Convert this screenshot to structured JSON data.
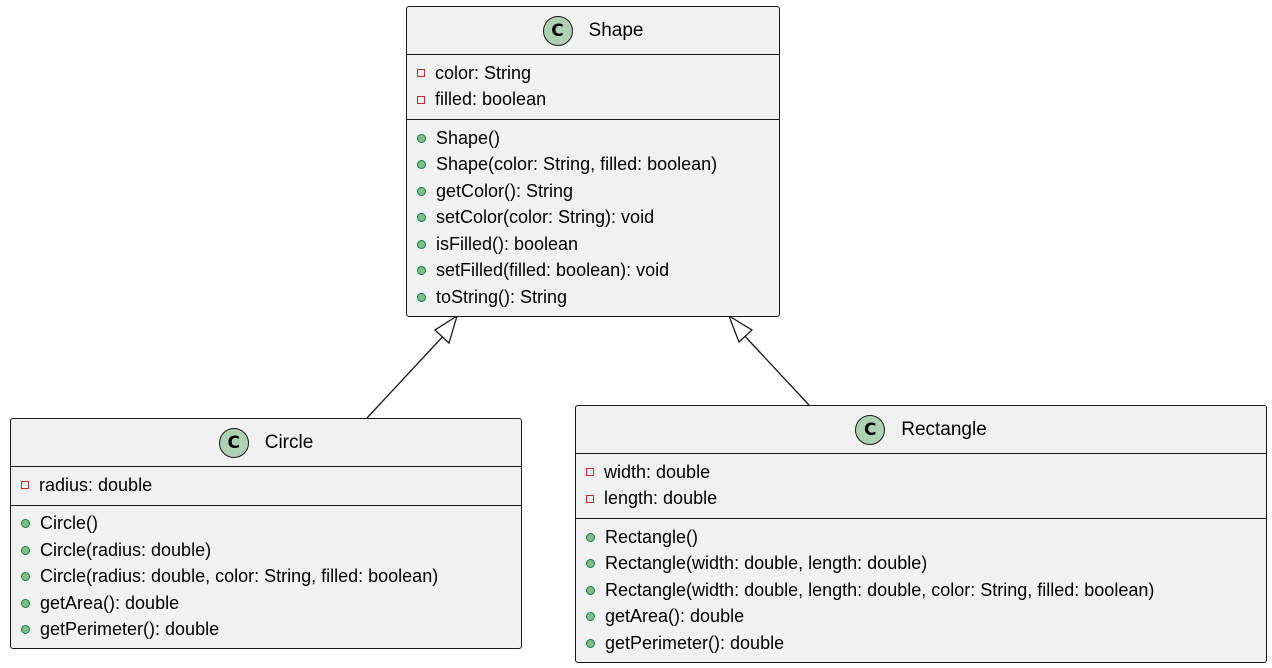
{
  "diagram": {
    "classes": [
      {
        "name": "Shape",
        "stereotype_letter": "C",
        "attributes": [
          {
            "visibility": "private",
            "text": "color: String"
          },
          {
            "visibility": "private",
            "text": "filled: boolean"
          }
        ],
        "methods": [
          {
            "visibility": "public",
            "text": "Shape()"
          },
          {
            "visibility": "public",
            "text": "Shape(color: String, filled: boolean)"
          },
          {
            "visibility": "public",
            "text": "getColor(): String"
          },
          {
            "visibility": "public",
            "text": "setColor(color: String): void"
          },
          {
            "visibility": "public",
            "text": "isFilled(): boolean"
          },
          {
            "visibility": "public",
            "text": "setFilled(filled: boolean): void"
          },
          {
            "visibility": "public",
            "text": "toString(): String"
          }
        ]
      },
      {
        "name": "Circle",
        "stereotype_letter": "C",
        "attributes": [
          {
            "visibility": "private",
            "text": "radius: double"
          }
        ],
        "methods": [
          {
            "visibility": "public",
            "text": "Circle()"
          },
          {
            "visibility": "public",
            "text": "Circle(radius: double)"
          },
          {
            "visibility": "public",
            "text": "Circle(radius: double, color: String, filled: boolean)"
          },
          {
            "visibility": "public",
            "text": "getArea(): double"
          },
          {
            "visibility": "public",
            "text": "getPerimeter(): double"
          }
        ]
      },
      {
        "name": "Rectangle",
        "stereotype_letter": "C",
        "attributes": [
          {
            "visibility": "private",
            "text": "width: double"
          },
          {
            "visibility": "private",
            "text": "length: double"
          }
        ],
        "methods": [
          {
            "visibility": "public",
            "text": "Rectangle()"
          },
          {
            "visibility": "public",
            "text": "Rectangle(width: double, length: double)"
          },
          {
            "visibility": "public",
            "text": "Rectangle(width: double, length: double, color: String, filled: boolean)"
          },
          {
            "visibility": "public",
            "text": "getArea(): double"
          },
          {
            "visibility": "public",
            "text": "getPerimeter(): double"
          }
        ]
      }
    ],
    "relations": [
      {
        "type": "inheritance",
        "from": "Circle",
        "to": "Shape"
      },
      {
        "type": "inheritance",
        "from": "Rectangle",
        "to": "Shape"
      }
    ],
    "colors": {
      "class_fill": "#f1f1f1",
      "border": "#181818",
      "stereotype_circle": "#add1b2",
      "private_marker": "#c82930",
      "public_marker_fill": "#84be84",
      "public_marker_border": "#038048"
    }
  }
}
